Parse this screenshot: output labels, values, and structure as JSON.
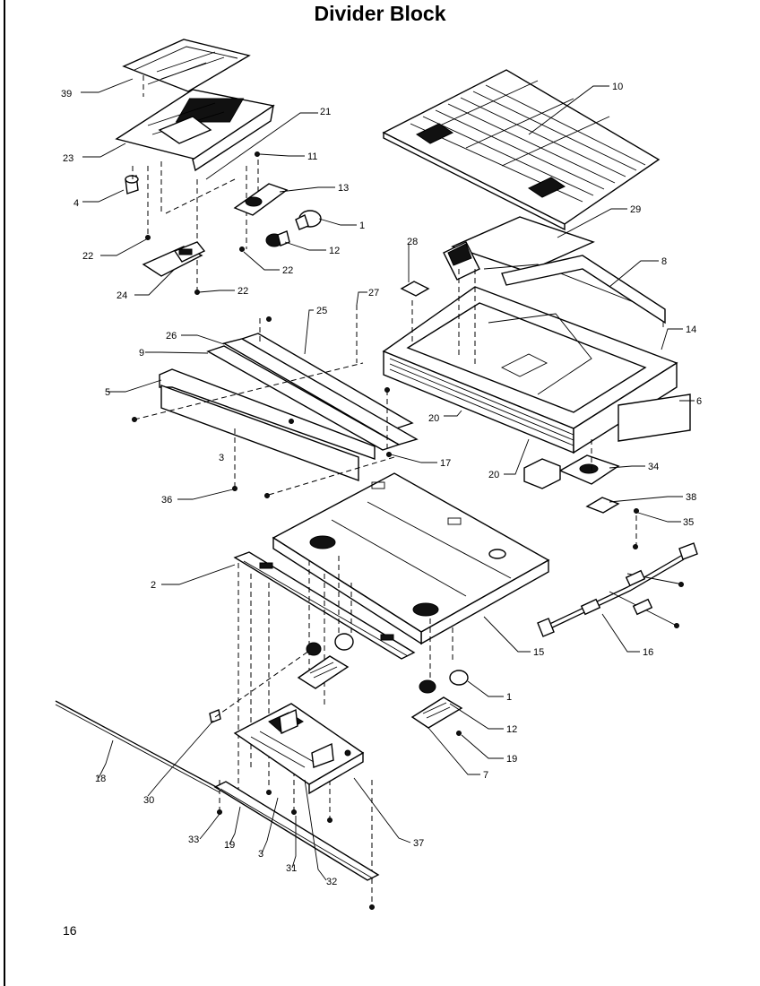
{
  "title": "Divider Block",
  "page_number": "16",
  "callouts": [
    {
      "id": "c39",
      "label": "39"
    },
    {
      "id": "c23",
      "label": "23"
    },
    {
      "id": "c4",
      "label": "4"
    },
    {
      "id": "c21",
      "label": "21"
    },
    {
      "id": "c11",
      "label": "11"
    },
    {
      "id": "c13",
      "label": "13"
    },
    {
      "id": "c1a",
      "label": "1"
    },
    {
      "id": "c12a",
      "label": "12"
    },
    {
      "id": "c22a",
      "label": "22"
    },
    {
      "id": "c22b",
      "label": "22"
    },
    {
      "id": "c22c",
      "label": "22"
    },
    {
      "id": "c24",
      "label": "24"
    },
    {
      "id": "c10",
      "label": "10"
    },
    {
      "id": "c29",
      "label": "29"
    },
    {
      "id": "c28",
      "label": "28"
    },
    {
      "id": "c8",
      "label": "8"
    },
    {
      "id": "c14",
      "label": "14"
    },
    {
      "id": "c6",
      "label": "6"
    },
    {
      "id": "c20a",
      "label": "20"
    },
    {
      "id": "c20b",
      "label": "20"
    },
    {
      "id": "c34",
      "label": "34"
    },
    {
      "id": "c38",
      "label": "38"
    },
    {
      "id": "c35",
      "label": "35"
    },
    {
      "id": "c27",
      "label": "27"
    },
    {
      "id": "c25",
      "label": "25"
    },
    {
      "id": "c26",
      "label": "26"
    },
    {
      "id": "c9",
      "label": "9"
    },
    {
      "id": "c5",
      "label": "5"
    },
    {
      "id": "c17",
      "label": "17"
    },
    {
      "id": "c36",
      "label": "36"
    },
    {
      "id": "c3a",
      "label": "3"
    },
    {
      "id": "c2",
      "label": "2"
    },
    {
      "id": "c15",
      "label": "15"
    },
    {
      "id": "c16",
      "label": "16"
    },
    {
      "id": "c1b",
      "label": "1"
    },
    {
      "id": "c12b",
      "label": "12"
    },
    {
      "id": "c19a",
      "label": "19"
    },
    {
      "id": "c7",
      "label": "7"
    },
    {
      "id": "c18",
      "label": "18"
    },
    {
      "id": "c30",
      "label": "30"
    },
    {
      "id": "c33",
      "label": "33"
    },
    {
      "id": "c19b",
      "label": "19"
    },
    {
      "id": "c3b",
      "label": "3"
    },
    {
      "id": "c31",
      "label": "31"
    },
    {
      "id": "c32",
      "label": "32"
    },
    {
      "id": "c37",
      "label": "37"
    }
  ]
}
